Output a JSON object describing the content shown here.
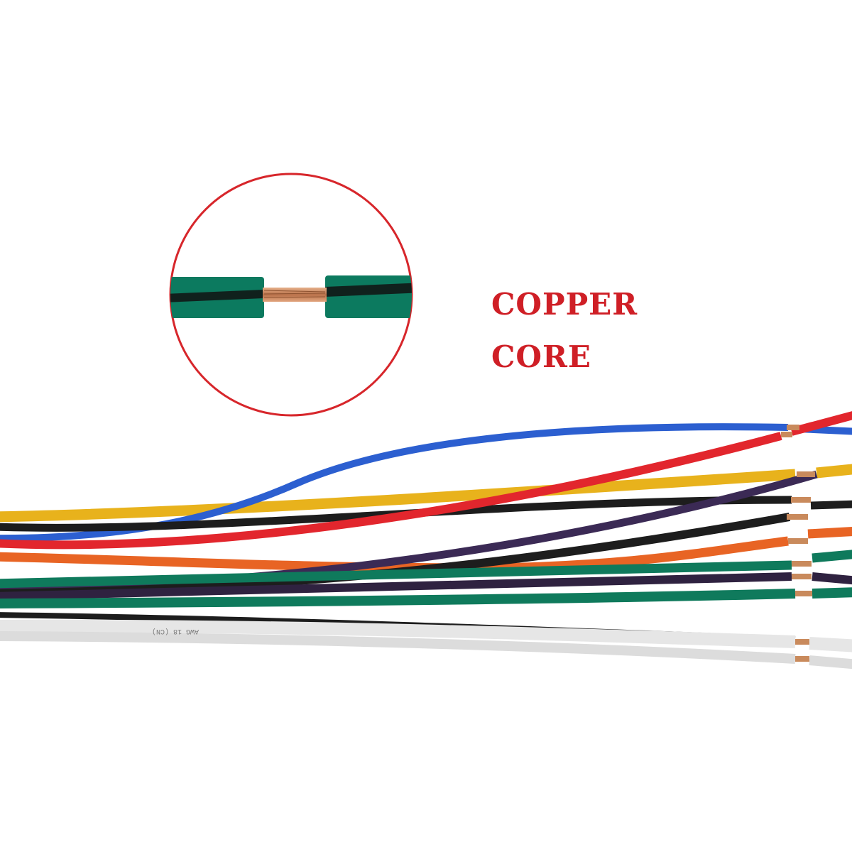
{
  "callout": {
    "line1": "COPPER",
    "line2": "CORE"
  },
  "colors": {
    "accent_red": "#d7262b",
    "text_red": "#cf1f26",
    "insulation_green": "#0c7a5f",
    "copper": "#c98a5c"
  },
  "wires": [
    {
      "name": "blue",
      "color": "#2c5fd0"
    },
    {
      "name": "yellow",
      "color": "#e8b21c"
    },
    {
      "name": "red",
      "color": "#e2262d"
    },
    {
      "name": "black",
      "color": "#1d1d1d"
    },
    {
      "name": "purple",
      "color": "#3b2a55"
    },
    {
      "name": "orange",
      "color": "#e86424"
    },
    {
      "name": "green",
      "color": "#0f7a5c"
    },
    {
      "name": "white",
      "color": "#ececec"
    }
  ],
  "cable_marking": "AWG 18 (CN)"
}
